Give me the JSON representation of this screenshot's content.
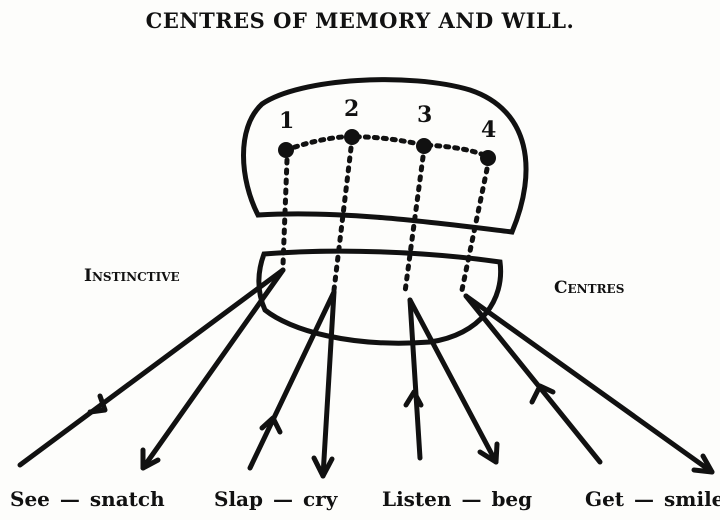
{
  "title": "CENTRES OF MEMORY AND WILL.",
  "labels": {
    "left": "Instinctive",
    "right": "Centres"
  },
  "numbers": [
    "1",
    "2",
    "3",
    "4"
  ],
  "pairs": [
    {
      "stimulus": "See",
      "dash": "—",
      "response": "snatch"
    },
    {
      "stimulus": "Slap",
      "dash": "—",
      "response": "cry"
    },
    {
      "stimulus": "Listen",
      "dash": "—",
      "response": "beg"
    },
    {
      "stimulus": "Get",
      "dash": "—",
      "response": "smile"
    }
  ],
  "colors": {
    "ink": "#111111",
    "paper": "#fdfdfb"
  }
}
